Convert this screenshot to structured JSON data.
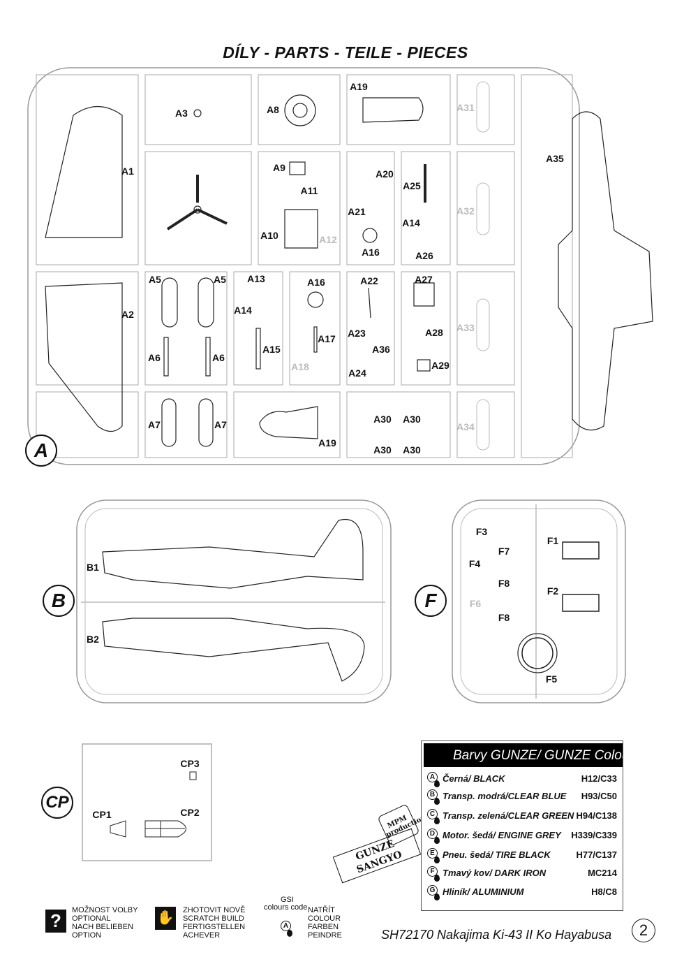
{
  "title": "DÍLY - PARTS - TEILE - PIECES",
  "sprues": {
    "a": "A",
    "b": "B",
    "f": "F",
    "cp": "CP"
  },
  "parts_a": [
    "A3",
    "A8",
    "A19",
    "A31",
    "A1",
    "A9",
    "A20",
    "A11",
    "A25",
    "A32",
    "A35",
    "A21",
    "A14",
    "A10",
    "A12",
    "A16",
    "A26",
    "A5",
    "A5",
    "A13",
    "A16",
    "A22",
    "A27",
    "A2",
    "A14",
    "A33",
    "A23",
    "A28",
    "A17",
    "A36",
    "A15",
    "A6",
    "A6",
    "A18",
    "A29",
    "A24",
    "A7",
    "A7",
    "A30",
    "A30",
    "A19",
    "A34",
    "A30",
    "A30"
  ],
  "parts_b": [
    "B1",
    "B2"
  ],
  "parts_f": [
    "F3",
    "F1",
    "F7",
    "F4",
    "F8",
    "F2",
    "F6",
    "F8",
    "F5"
  ],
  "parts_cp": [
    "CP3",
    "CP1",
    "CP2"
  ],
  "colours": {
    "header": "Barvy GUNZE/ GUNZE Colours",
    "rows": [
      {
        "letter": "A",
        "name": "Černá/ BLACK",
        "code": "H12/C33"
      },
      {
        "letter": "B",
        "name": "Transp. modrá/CLEAR BLUE",
        "code": "H93/C50"
      },
      {
        "letter": "C",
        "name": "Transp. zelená/CLEAR GREEN",
        "code": "H94/C138"
      },
      {
        "letter": "D",
        "name": "Motor. šedá/ ENGINE GREY",
        "code": "H339/C339"
      },
      {
        "letter": "E",
        "name": "Pneu. šedá/ TIRE BLACK",
        "code": "H77/C137"
      },
      {
        "letter": "F",
        "name": "Tmavý kov/ DARK IRON",
        "code": "MC214"
      },
      {
        "letter": "G",
        "name": "Hliník/ ALUMINIUM",
        "code": "H8/C8"
      }
    ]
  },
  "brand": {
    "mpm": "MPM production",
    "gunze": "GUNZE SANGYO"
  },
  "legend": {
    "optional": [
      "MOŽNOST VOLBY",
      "OPTIONAL",
      "NACH BELIEBEN",
      "OPTION"
    ],
    "optional_icon": "?",
    "scratch": [
      "ZHOTOVIT NOVĚ",
      "SCRATCH BUILD",
      "FERTIGSTELLEN",
      "ACHEVER"
    ],
    "gsi": "GSI",
    "gsi_code": "colours code",
    "gsi_letter": "A",
    "paint": [
      "NATŘÍT",
      "COLOUR",
      "FARBEN",
      "PEINDRE"
    ]
  },
  "footer": {
    "text": "SH72170 Nakajima Ki-43 II Ko Hayabusa",
    "page": "2"
  }
}
